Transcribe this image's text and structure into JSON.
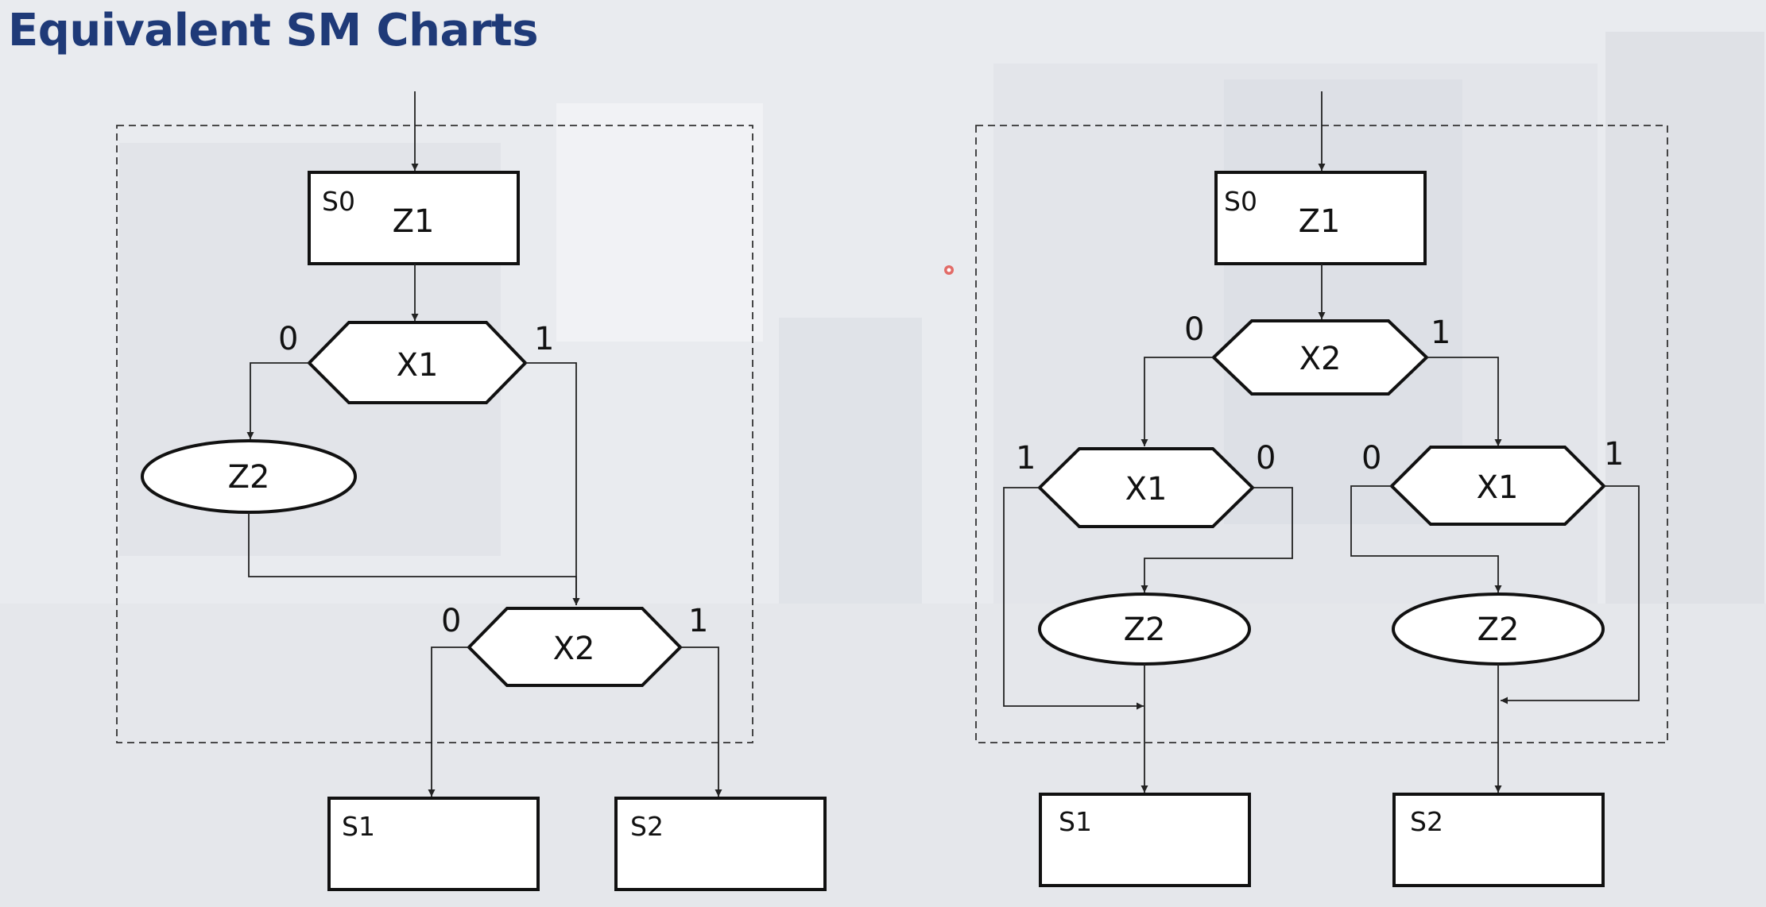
{
  "title": "Equivalent SM Charts",
  "left_chart": {
    "state": "S0",
    "output": "Z1",
    "decision_1": {
      "var": "X1",
      "branch_0": "0",
      "branch_1": "1"
    },
    "conditional_output": "Z2",
    "decision_2": {
      "var": "X2",
      "branch_0": "0",
      "branch_1": "1"
    },
    "next_state_a": "S1",
    "next_state_b": "S2"
  },
  "right_chart": {
    "state": "S0",
    "output": "Z1",
    "decision_top": {
      "var": "X2",
      "branch_0": "0",
      "branch_1": "1"
    },
    "decision_left": {
      "var": "X1",
      "branch_1": "1",
      "branch_0": "0"
    },
    "decision_right": {
      "var": "X1",
      "branch_0": "0",
      "branch_1": "1"
    },
    "conditional_output_left": "Z2",
    "conditional_output_right": "Z2",
    "next_state_a": "S1",
    "next_state_b": "S2"
  },
  "colors": {
    "title": "#1f3a78",
    "background": "#e9ebef",
    "pointer": "#e0554f"
  }
}
